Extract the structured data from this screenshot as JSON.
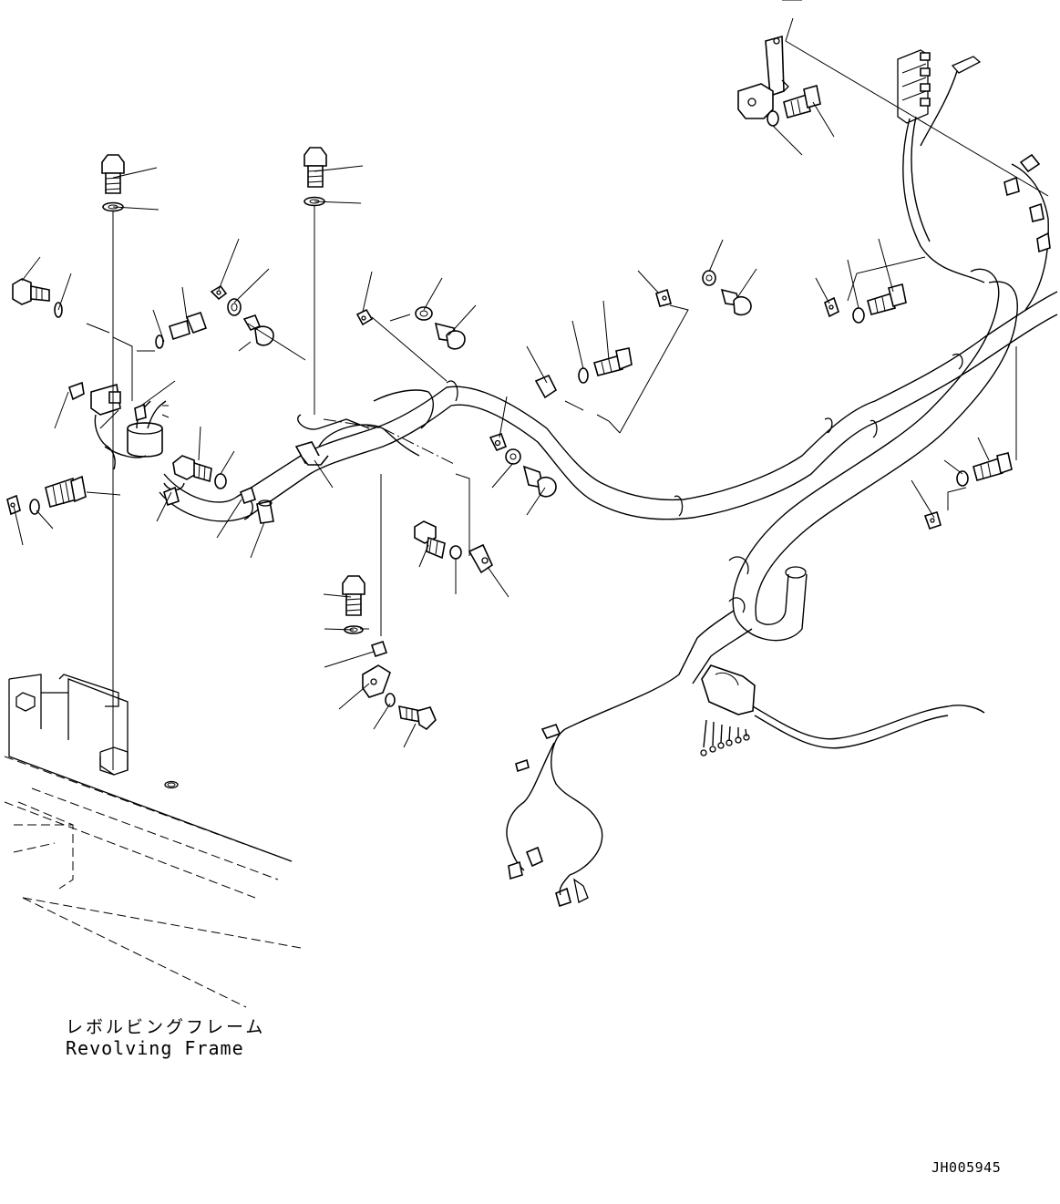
{
  "frame_label": {
    "japanese": "レボルビングフレーム",
    "english": "Revolving Frame"
  },
  "drawing_code": "JH005945"
}
